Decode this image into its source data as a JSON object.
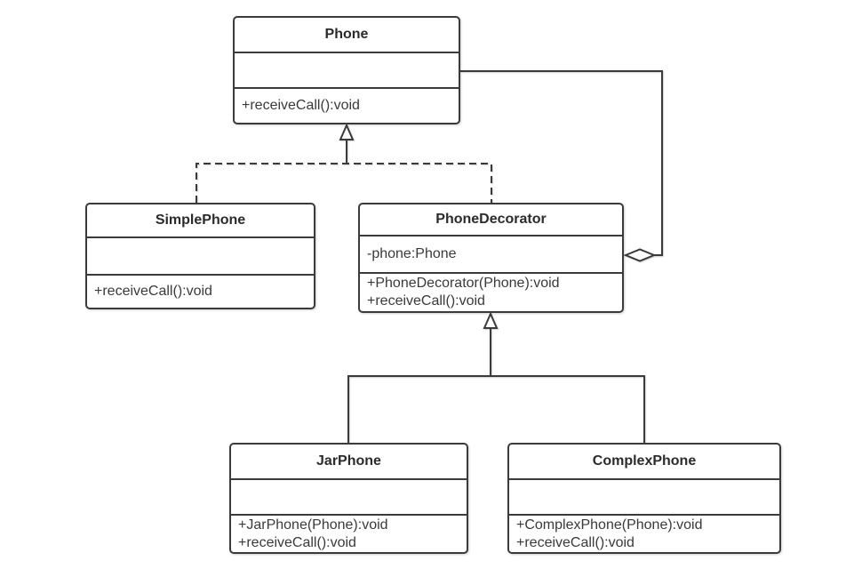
{
  "diagram_type": "uml-class-diagram",
  "colors": {
    "line": "#3b3b3b",
    "text": "#333333",
    "background": "#ffffff",
    "box_fill": "#ffffff"
  },
  "classes": {
    "phone": {
      "name": "Phone",
      "attributes": [],
      "methods": [
        "+receiveCall():void"
      ]
    },
    "simple_phone": {
      "name": "SimplePhone",
      "attributes": [],
      "methods": [
        "+receiveCall():void"
      ]
    },
    "phone_decorator": {
      "name": "PhoneDecorator",
      "attributes": [
        "-phone:Phone"
      ],
      "methods": [
        "+PhoneDecorator(Phone):void",
        "+receiveCall():void"
      ]
    },
    "jar_phone": {
      "name": "JarPhone",
      "attributes": [],
      "methods": [
        "+JarPhone(Phone):void",
        "+receiveCall():void"
      ]
    },
    "complex_phone": {
      "name": "ComplexPhone",
      "attributes": [],
      "methods": [
        "+ComplexPhone(Phone):void",
        "+receiveCall():void"
      ]
    }
  },
  "relationships": [
    {
      "type": "generalization",
      "from": "SimplePhone",
      "to": "Phone",
      "line_style": "dashed",
      "arrow": "hollow-triangle"
    },
    {
      "type": "generalization",
      "from": "PhoneDecorator",
      "to": "Phone",
      "line_style": "dashed",
      "arrow": "hollow-triangle"
    },
    {
      "type": "generalization",
      "from": "JarPhone",
      "to": "PhoneDecorator",
      "line_style": "solid",
      "arrow": "hollow-triangle"
    },
    {
      "type": "generalization",
      "from": "ComplexPhone",
      "to": "PhoneDecorator",
      "line_style": "solid",
      "arrow": "hollow-triangle"
    },
    {
      "type": "aggregation",
      "from": "PhoneDecorator",
      "to": "Phone",
      "line_style": "solid",
      "arrow": "hollow-diamond"
    }
  ]
}
